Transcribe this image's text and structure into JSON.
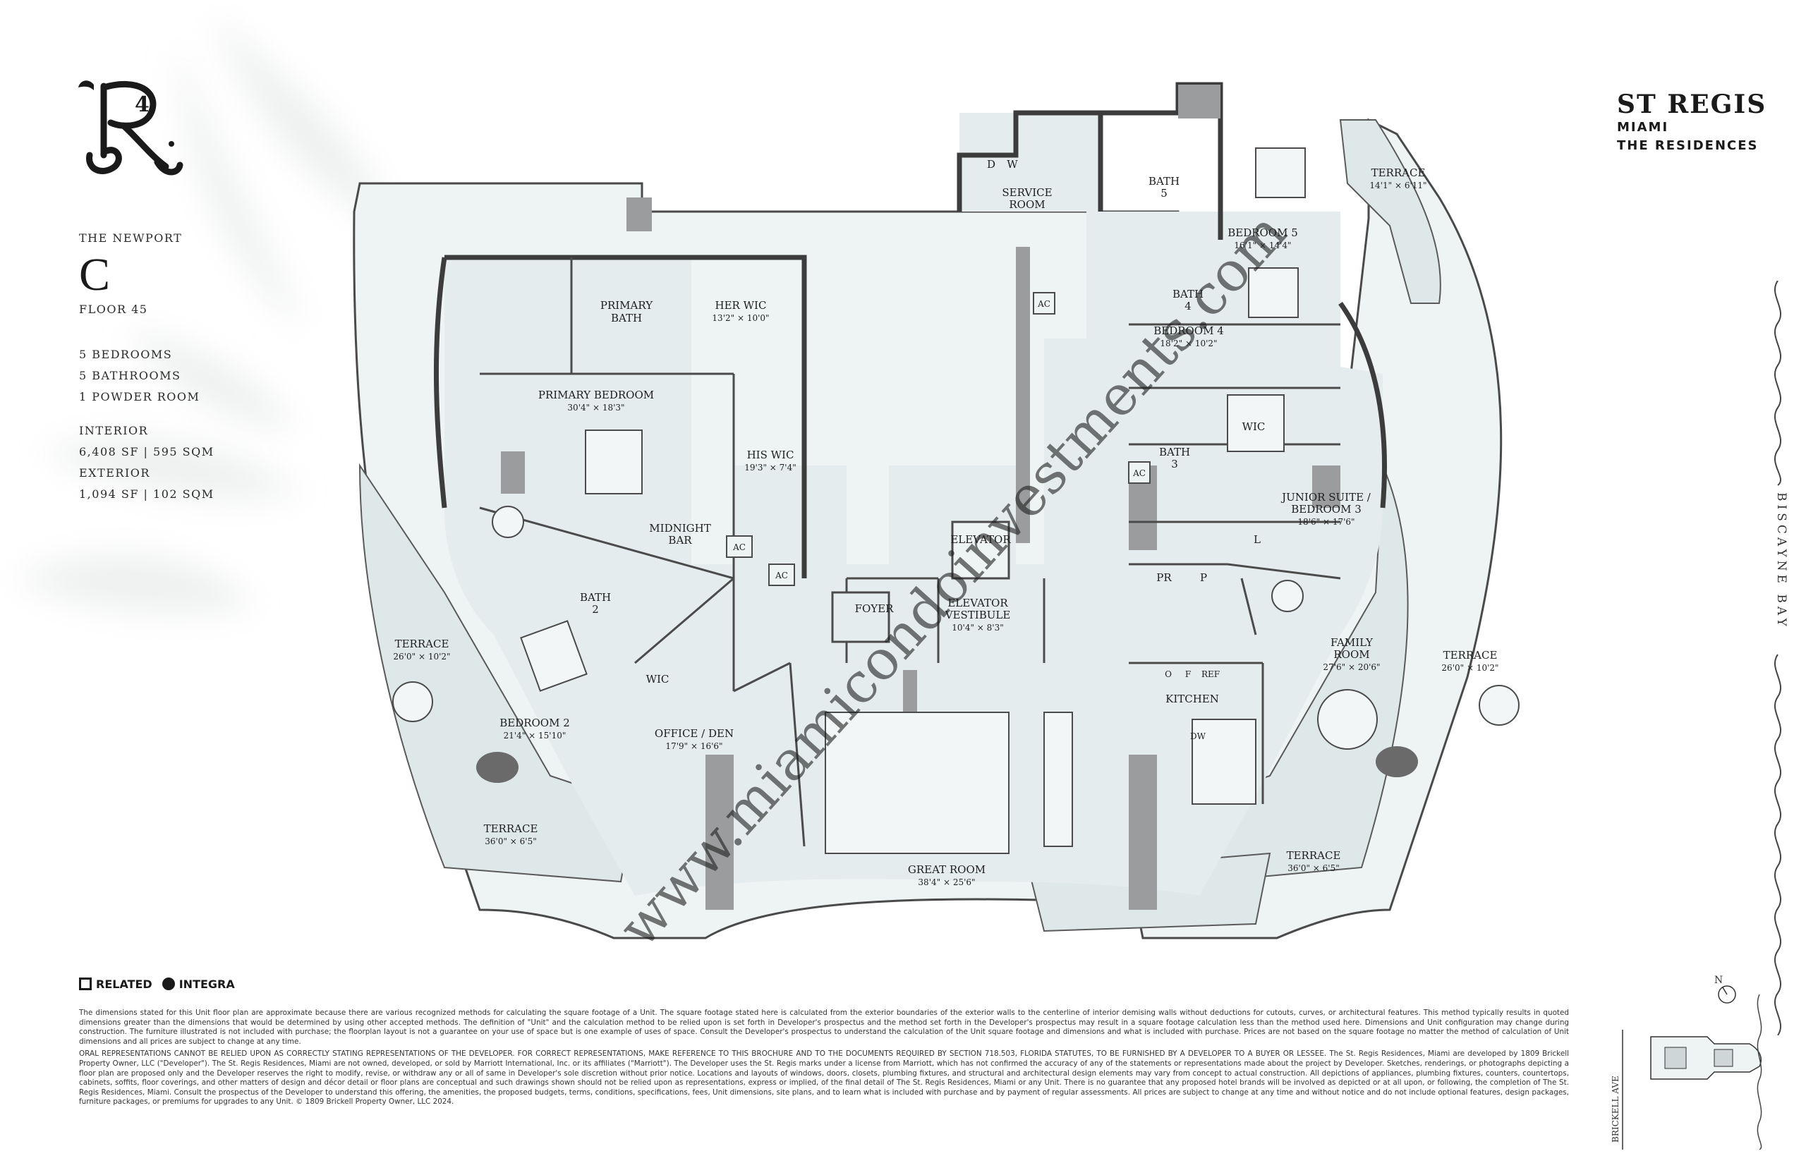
{
  "unit": {
    "collection": "THE NEWPORT",
    "letter": "C",
    "floor": "FLOOR 45",
    "bedrooms": "5 BEDROOMS",
    "bathrooms": "5 BATHROOMS",
    "powder": "1 POWDER ROOM",
    "interior_label": "INTERIOR",
    "interior_value": "6,408 SF | 595 SQM",
    "exterior_label": "EXTERIOR",
    "exterior_value": "1,094 SF | 102 SQM"
  },
  "brand": {
    "title": "ST REGIS",
    "city": "MIAMI",
    "sub": "THE RESIDENCES"
  },
  "rooms": {
    "primary_bath": "PRIMARY",
    "primary_bath_2": "BATH",
    "her_wic": "HER WIC",
    "her_wic_dim": "13'2\" × 10'0\"",
    "primary_bedroom": "PRIMARY BEDROOM",
    "primary_bedroom_dim": "30'4\" × 18'3\"",
    "his_wic": "HIS WIC",
    "his_wic_dim": "19'3\" × 7'4\"",
    "midnight_bar": "MIDNIGHT",
    "midnight_bar_2": "BAR",
    "bath2": "BATH",
    "bath2_num": "2",
    "terrace_w": "TERRACE",
    "terrace_w_dim": "26'0\" × 10'2\"",
    "bedroom2": "BEDROOM 2",
    "bedroom2_dim": "21'4\" × 15'10\"",
    "wic": "WIC",
    "office": "OFFICE / DEN",
    "office_dim": "17'9\" × 16'6\"",
    "terrace_sw": "TERRACE",
    "terrace_sw_dim": "36'0\" × 6'5\"",
    "foyer": "FOYER",
    "elevator": "ELEVATOR",
    "elevator_vest": "ELEVATOR",
    "elevator_vest_2": "VESTIBULE",
    "elevator_vest_dim": "10'4\" × 8'3\"",
    "great_room": "GREAT ROOM",
    "great_room_dim": "38'4\" × 25'6\"",
    "service_room": "SERVICE",
    "service_room_2": "ROOM",
    "d": "D",
    "w": "W",
    "bath5": "BATH",
    "bath5_num": "5",
    "bedroom5": "BEDROOM 5",
    "bedroom5_dim": "16'1\" × 14'4\"",
    "terrace_ne": "TERRACE",
    "terrace_ne_dim": "14'1\" × 6'11\"",
    "bath4": "BATH",
    "bath4_num": "4",
    "bedroom4": "BEDROOM 4",
    "bedroom4_dim": "18'2\" × 10'2\"",
    "bath3": "BATH",
    "bath3_num": "3",
    "wic3": "WIC",
    "junior_suite": "JUNIOR SUITE /",
    "junior_suite_2": "BEDROOM 3",
    "junior_suite_dim": "18'6\" × 17'6\"",
    "pr": "PR",
    "p": "P",
    "l": "L",
    "family_room": "FAMILY",
    "family_room_2": "ROOM",
    "family_room_dim": "27'6\" × 20'6\"",
    "terrace_e": "TERRACE",
    "terrace_e_dim": "26'0\" × 10'2\"",
    "kitchen": "KITCHEN",
    "o": "O",
    "f": "F",
    "ref": "REF",
    "dw": "DW",
    "terrace_se": "TERRACE",
    "terrace_se_dim": "36'0\" × 6'5\"",
    "ac": "AC"
  },
  "watermark": "www.miamicondoinvestments.com",
  "bay": "BISCAYNE BAY",
  "partners": {
    "related": "RELATED",
    "integra": "INTEGRA"
  },
  "site": {
    "north": "N",
    "street": "BRICKELL AVE"
  },
  "disclaimer": {
    "p1": "The dimensions stated for this Unit floor plan are approximate because there are various recognized methods for calculating the square footage of a Unit. The square footage stated here is calculated from the exterior boundaries of the exterior walls to the centerline of interior demising walls without deductions for cutouts, curves, or architectural features. This method typically results in quoted dimensions greater than the dimensions that would be determined by using other accepted methods. The definition of \"Unit\" and the calculation method to be relied upon is set forth in Developer's prospectus and the method set forth in the Developer's prospectus may result in a square footage calculation less than the method used here. Dimensions and Unit configuration may change during construction. The furniture illustrated is not included with purchase; the floorplan layout is not a guarantee on your use of space but is one example of uses of space. Consult the Developer's prospectus to understand the calculation of the Unit square footage and dimensions and what is included with purchase. Prices are not based on the square footage no matter the method of calculation of Unit dimensions and all prices are subject to change at any time.",
    "p2": "ORAL REPRESENTATIONS CANNOT BE RELIED UPON AS CORRECTLY STATING REPRESENTATIONS OF THE DEVELOPER. FOR CORRECT REPRESENTATIONS, MAKE REFERENCE TO THIS BROCHURE AND TO THE DOCUMENTS REQUIRED BY SECTION 718.503, FLORIDA STATUTES, TO BE FURNISHED BY A DEVELOPER TO A BUYER OR LESSEE. The St. Regis Residences, Miami are developed by 1809 Brickell Property Owner, LLC (\"Developer\"). The St. Regis Residences, Miami are not owned, developed, or sold by Marriott International, Inc. or its affiliates (\"Marriott\"). The Developer uses the St. Regis marks under a license from Marriott, which has not confirmed the accuracy of any of the statements or representations made about the project by Developer. Sketches, renderings, or photographs depicting a floor plan are proposed only and the Developer reserves the right to modify, revise, or withdraw any or all of same in Developer's sole discretion without prior notice. Locations and layouts of windows, doors, closets, plumbing fixtures, and structural and architectural design elements may vary from concept to actual construction. All depictions of appliances, plumbing fixtures, counters, countertops, cabinets, soffits, floor coverings, and other matters of design and décor detail or floor plans are conceptual and such drawings shown should not be relied upon as representations, express or implied, of the final detail of The St. Regis Residences, Miami or any Unit. There is no guarantee that any proposed hotel brands will be involved as depicted or at all upon, or following, the completion of The St. Regis Residences, Miami. Consult the prospectus of the Developer to understand this offering, the amenities, the proposed budgets, terms, conditions, specifications, fees, Unit dimensions, site plans, and to learn what is included with purchase and by payment of regular assessments. All prices are subject to change at any time and without notice and do not include optional features, design packages, furniture packages, or premiums for upgrades to any Unit. © 1809 Brickell Property Owner, LLC 2024."
  }
}
